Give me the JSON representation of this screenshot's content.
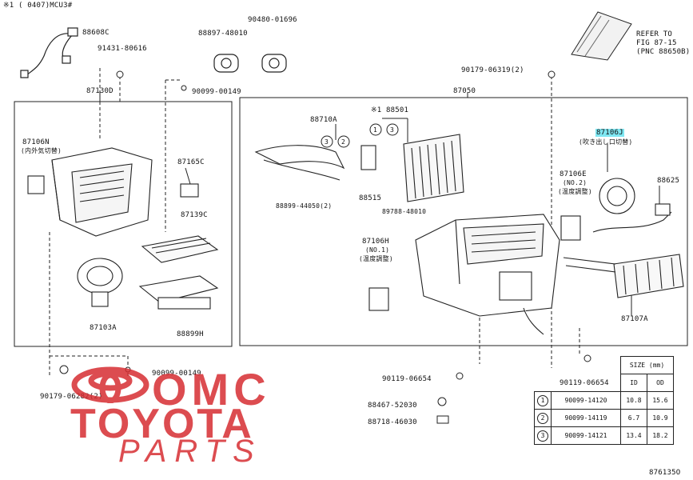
{
  "header": {
    "code_line": "※1 (      0407)MCU3#",
    "refer_lines": [
      "REFER TO",
      "FIG 87-15",
      "(PNC 88650B)"
    ]
  },
  "labels": {
    "p88608c": "88608C",
    "p91431": "91431-80616",
    "p88897": "88897-48010",
    "p90480": "90480-01696",
    "p90099_149": "90099-00149",
    "p90179_06319": "90179-06319(2)",
    "p87130d": "87130D",
    "p87050": "87050",
    "p88501": "※1 88501",
    "p87106n": "87106N",
    "p87106n_sub": "(内外気切替)",
    "p87165c": "87165C",
    "p87139c": "87139C",
    "p88899h": "88899H",
    "p87103a": "87103A",
    "p88710a": "88710A",
    "p88899_44050": "88899-44050(2)",
    "p88515": "88515",
    "p89788": "89788-48010",
    "p87106j": "87106J",
    "p87106j_sub": "(吹き出し口切替)",
    "p87106e": "87106E",
    "p87106e_no": "(NO.2)",
    "p87106e_sub": "(温度調整)",
    "p88625": "88625",
    "p87106h": "87106H",
    "p87106h_no": "(NO.1)",
    "p87106h_sub": "(温度調整)",
    "p87107a": "87107A",
    "p90099_149b": "90099-00149",
    "p90179_06282": "90179-06282(2)",
    "p90119_06654": "90119-06654",
    "p90119_06654b": "90119-06654",
    "p88467": "88467-52030",
    "p88718": "88718-46030",
    "footer_code": "876135O"
  },
  "size_table": {
    "title": "SIZE (mm)",
    "col_id": "ID",
    "col_od": "OD",
    "rows": [
      {
        "num": "1",
        "part": "90099-14120",
        "id": "10.8",
        "od": "15.6"
      },
      {
        "num": "2",
        "part": "90099-14119",
        "id": "6.7",
        "od": "10.9"
      },
      {
        "num": "3",
        "part": "90099-14121",
        "id": "13.4",
        "od": "18.2"
      }
    ]
  },
  "watermark": {
    "line1": "OMC",
    "line2": "TOYOTA",
    "line3": "PARTS",
    "color": "#d62d32"
  },
  "highlight_color": "#7fe7f2"
}
